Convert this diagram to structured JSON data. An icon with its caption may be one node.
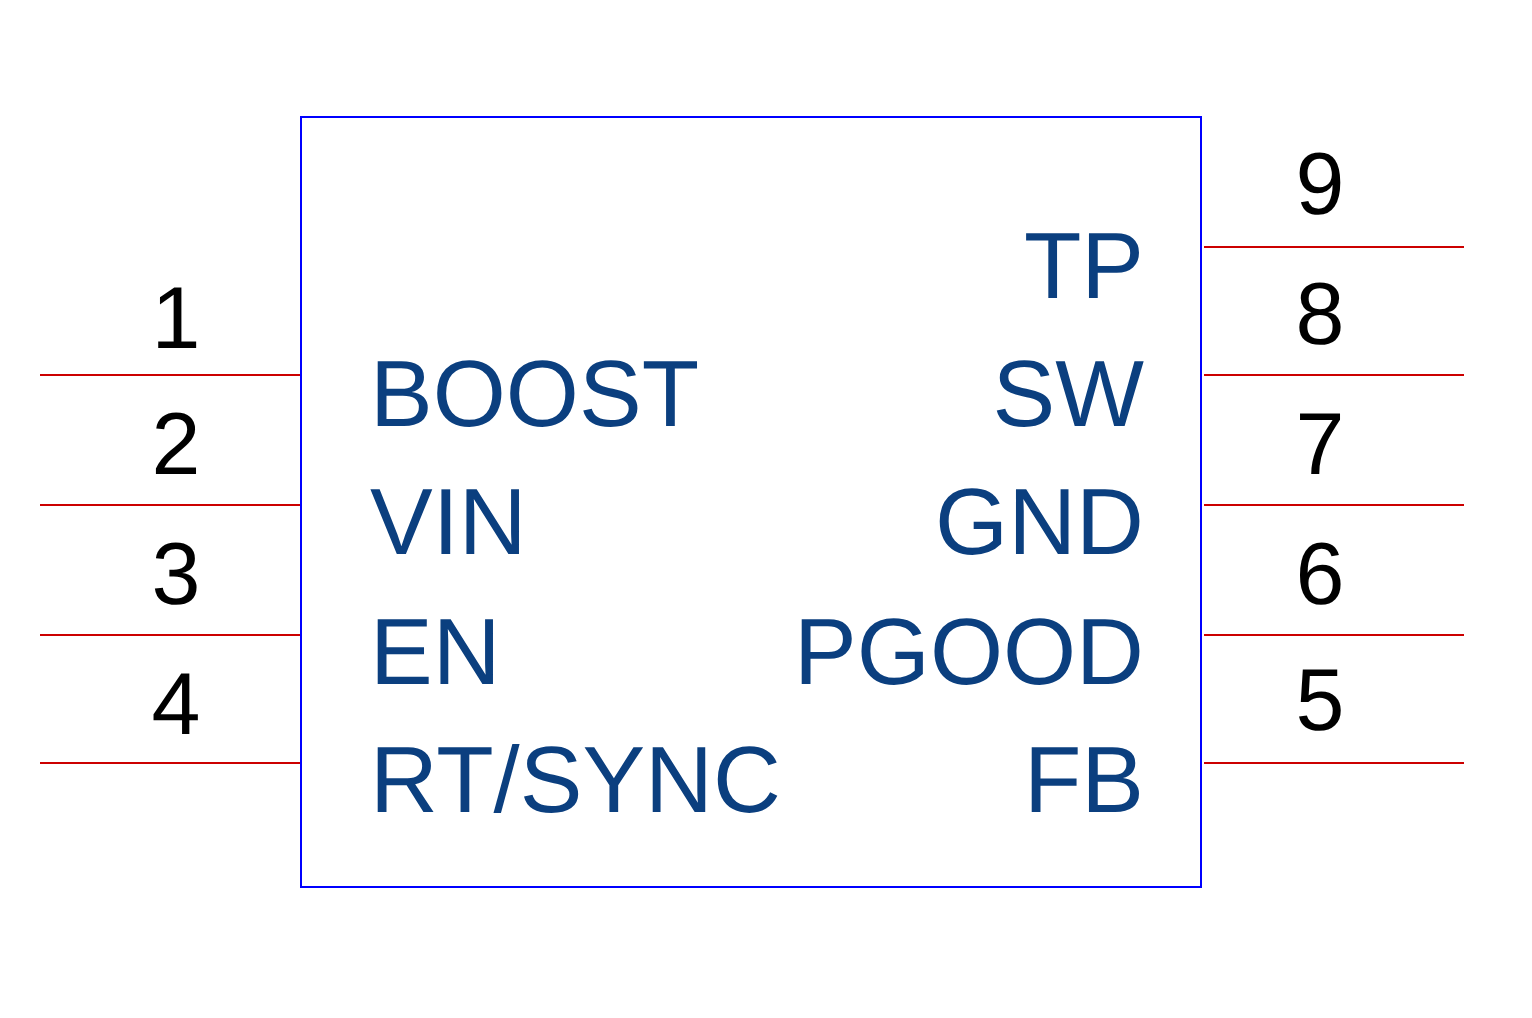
{
  "diagram": {
    "nodes": [
      {
        "text": [
          "TP",
          "BOOST",
          "SW",
          "VIN",
          "GND",
          "EN",
          "PGOOD",
          "RT/SYNC",
          "FB"
        ]
      }
    ],
    "labels": [
      "9",
      "1",
      "8",
      "2",
      "7",
      "3",
      "6",
      "4",
      "5"
    ]
  }
}
